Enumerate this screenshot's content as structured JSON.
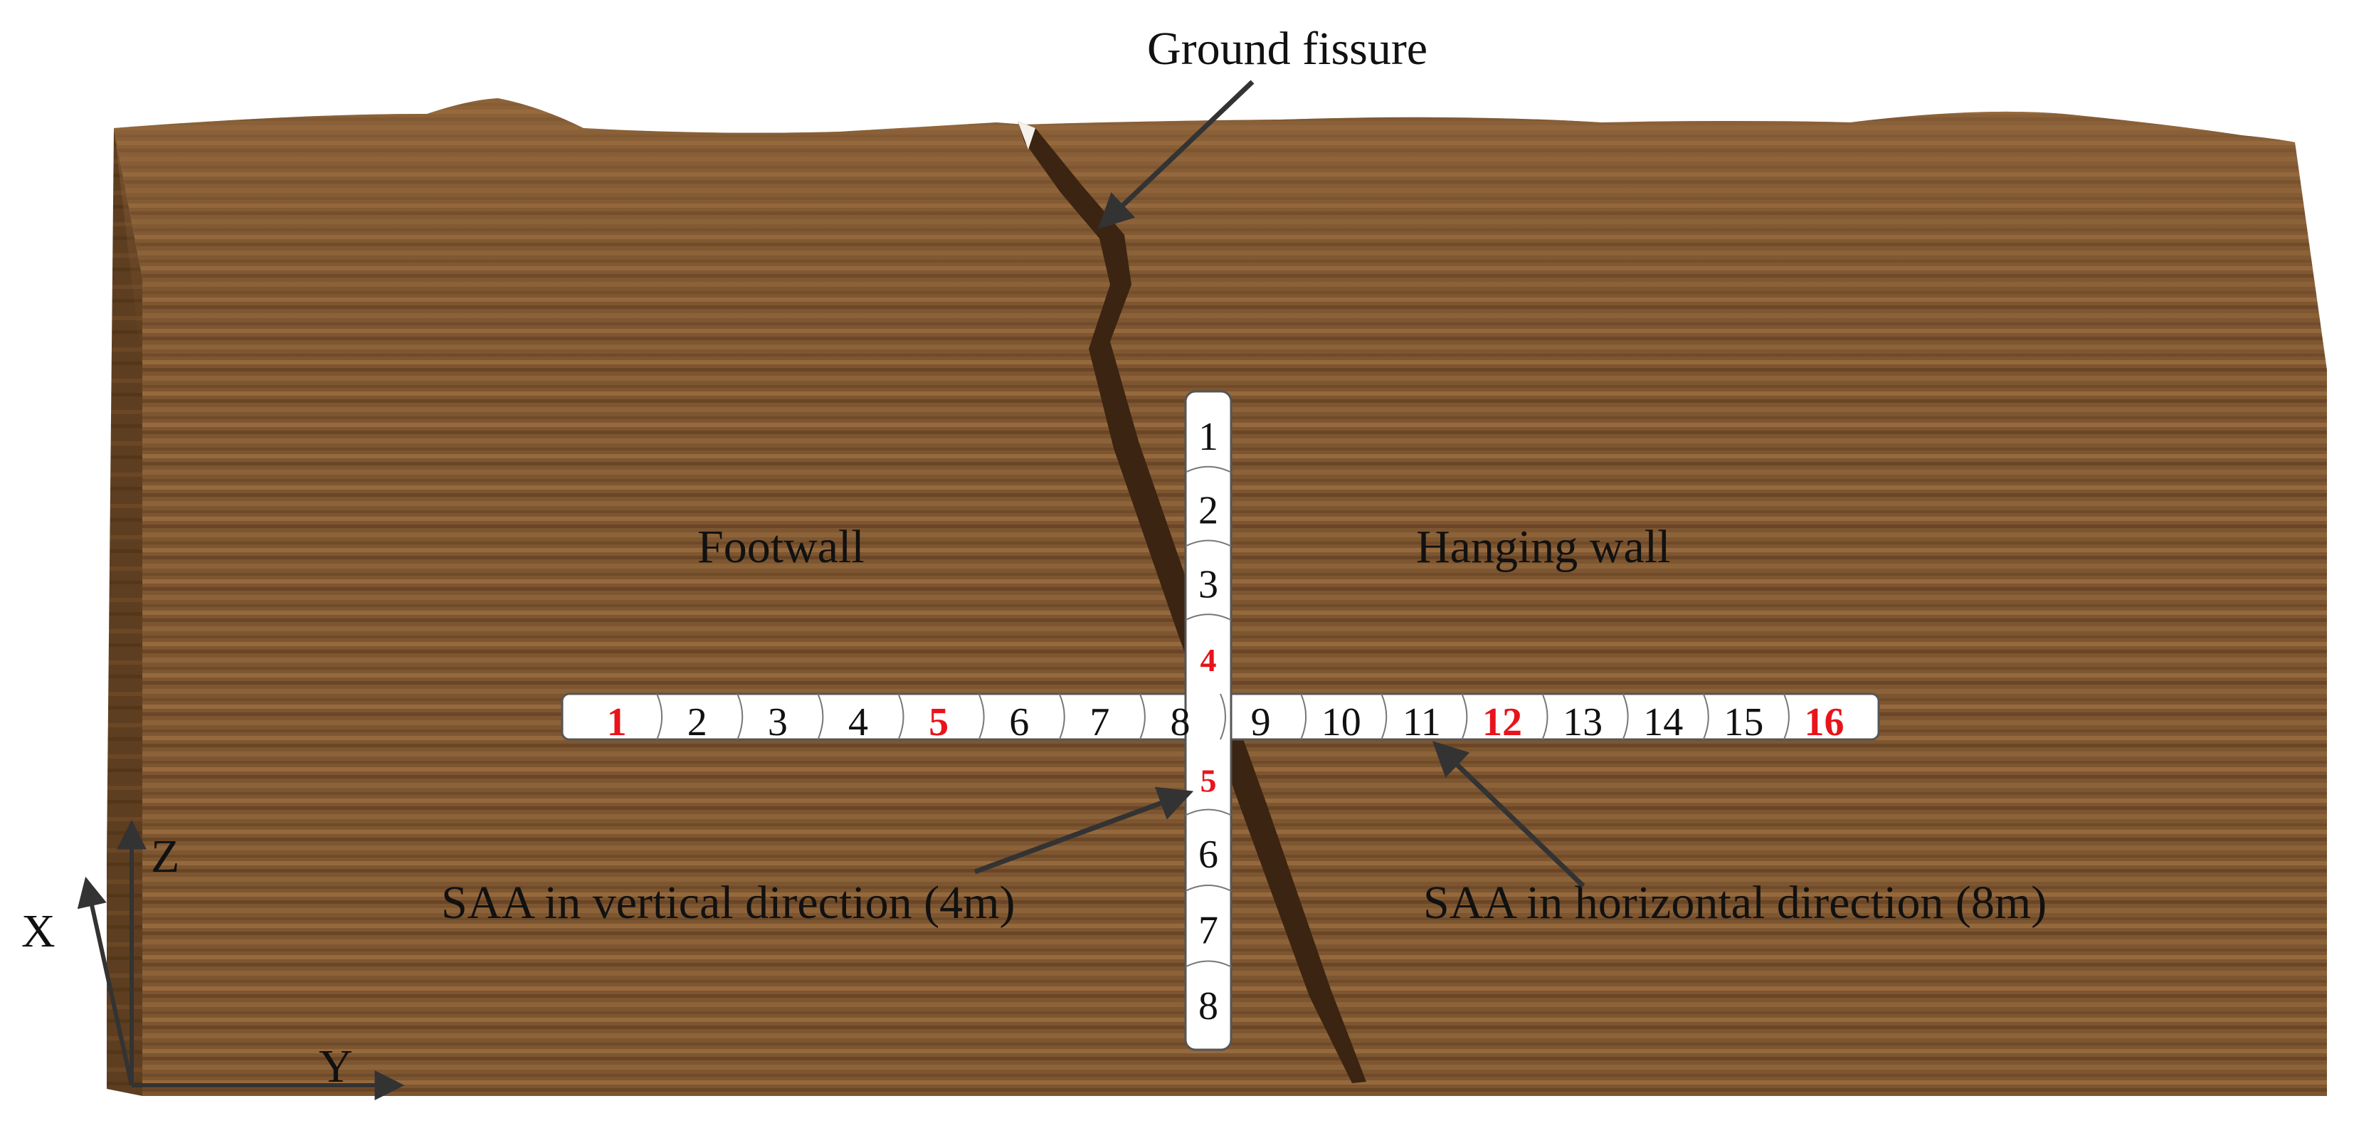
{
  "labels": {
    "ground_fissure": "Ground fissure",
    "footwall": "Footwall",
    "hanging_wall": "Hanging wall",
    "saa_vertical": "SAA in vertical direction (4m)",
    "saa_horizontal": "SAA in horizontal direction (8m)"
  },
  "axes": {
    "x": "X",
    "y": "Y",
    "z": "Z"
  },
  "horizontal_saa": {
    "segments": [
      "1",
      "2",
      "3",
      "4",
      "5",
      "6",
      "7",
      "8",
      "9",
      "10",
      "11",
      "12",
      "13",
      "14",
      "15",
      "16"
    ],
    "highlighted": [
      "1",
      "5",
      "12",
      "16"
    ]
  },
  "vertical_saa": {
    "segments": [
      "1",
      "2",
      "3",
      "4",
      "5",
      "6",
      "7",
      "8"
    ],
    "highlighted": [
      "4",
      "5"
    ]
  },
  "colors": {
    "soil_front": "#7d5631",
    "soil_top": "#8e6439",
    "soil_side": "#5e3e20",
    "fissure": "#3b2412",
    "highlight": "#e8141b",
    "arrow": "#333333",
    "tube_fill": "#ffffff",
    "tube_stroke": "#555555"
  }
}
